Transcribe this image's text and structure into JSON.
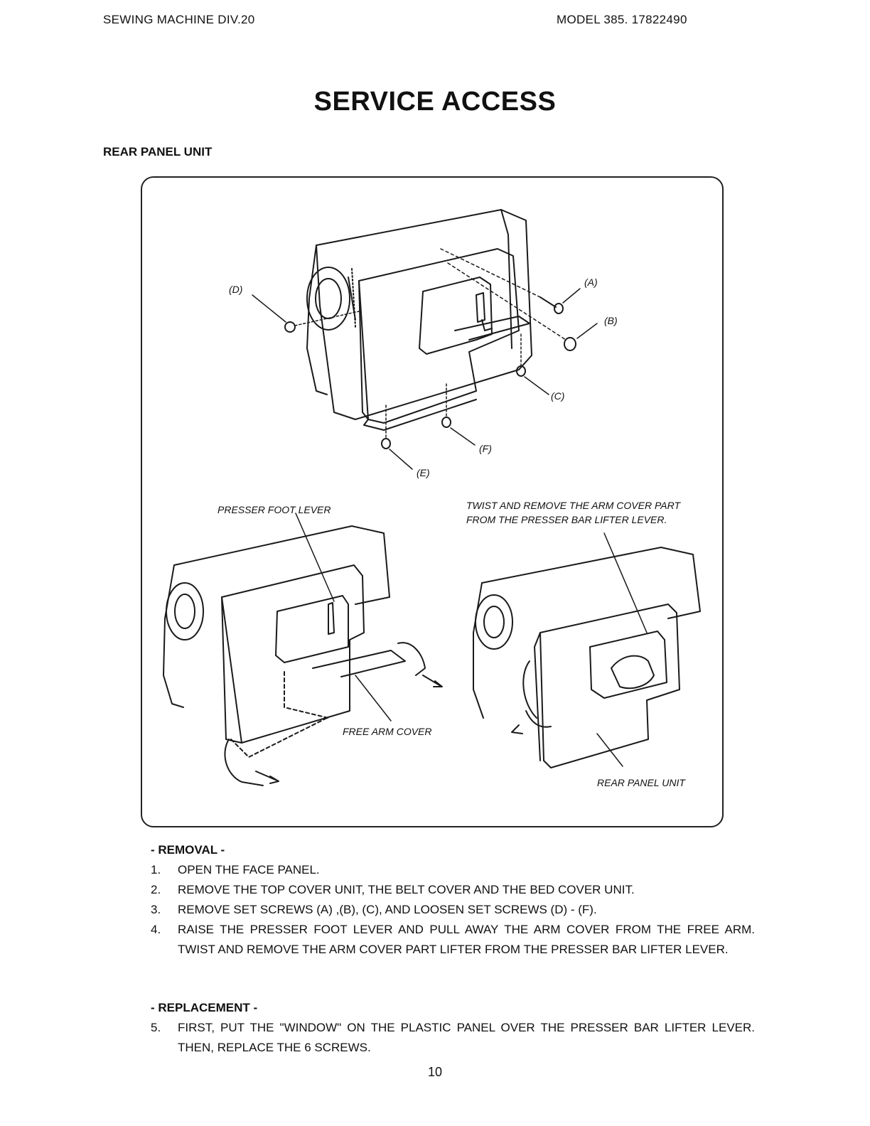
{
  "header": {
    "left": "SEWING MACHINE DIV.20",
    "right": "MODEL 385. 17822490"
  },
  "title": "SERVICE ACCESS",
  "section_label": "REAR PANEL UNIT",
  "figure": {
    "callouts": {
      "a": "(A)",
      "b": "(B)",
      "c": "(C)",
      "d": "(D)",
      "e": "(E)",
      "f": "(F)",
      "presser_foot_lever": "PRESSER FOOT LEVER",
      "twist_line1": "TWIST AND REMOVE THE ARM COVER PART",
      "twist_line2": "FROM THE PRESSER BAR LIFTER LEVER.",
      "free_arm_cover": "FREE ARM COVER",
      "rear_panel_unit": "REAR PANEL UNIT"
    }
  },
  "removal": {
    "heading": "- REMOVAL -",
    "steps": [
      {
        "num": "1.",
        "text": "OPEN THE FACE PANEL."
      },
      {
        "num": "2.",
        "text": "REMOVE THE TOP COVER UNIT, THE BELT COVER AND THE BED COVER UNIT."
      },
      {
        "num": "3.",
        "text": "REMOVE SET SCREWS (A) ,(B), (C), AND LOOSEN SET SCREWS (D) - (F)."
      },
      {
        "num": "4.",
        "text": "RAISE THE PRESSER FOOT LEVER AND PULL AWAY THE ARM COVER FROM THE FREE ARM. TWIST AND REMOVE THE ARM COVER PART LIFTER FROM THE PRESSER BAR LIFTER LEVER."
      }
    ]
  },
  "replacement": {
    "heading": "- REPLACEMENT -",
    "steps": [
      {
        "num": "5.",
        "text": "FIRST, PUT THE \"WINDOW\" ON THE PLASTIC PANEL OVER THE PRESSER BAR LIFTER LEVER. THEN, REPLACE THE 6 SCREWS."
      }
    ]
  },
  "page_number": "10"
}
